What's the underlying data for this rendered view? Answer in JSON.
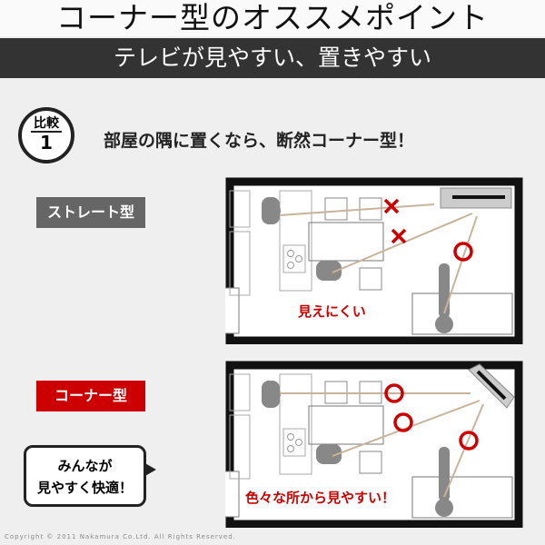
{
  "title": "コーナー型のオススメポイント",
  "subtitle": "テレビが見やすい、置きやすい",
  "badge": {
    "top": "比較",
    "number": "1"
  },
  "heading": "部屋の隅に置くなら、断然コーナー型！",
  "straight": {
    "label": "ストレート型",
    "note": "見えにくい"
  },
  "corner": {
    "label": "コーナー型",
    "note": "色々な所から見やすい！"
  },
  "bubble": {
    "line1": "みんなが",
    "line2": "見やすく快適！"
  },
  "colors": {
    "red": "#cc0000",
    "gray_label": "#666666",
    "dark_bar": "#333333"
  },
  "copyright": "Copyright © 2011 Nakamura Co.Ltd. All Rights Reserved."
}
